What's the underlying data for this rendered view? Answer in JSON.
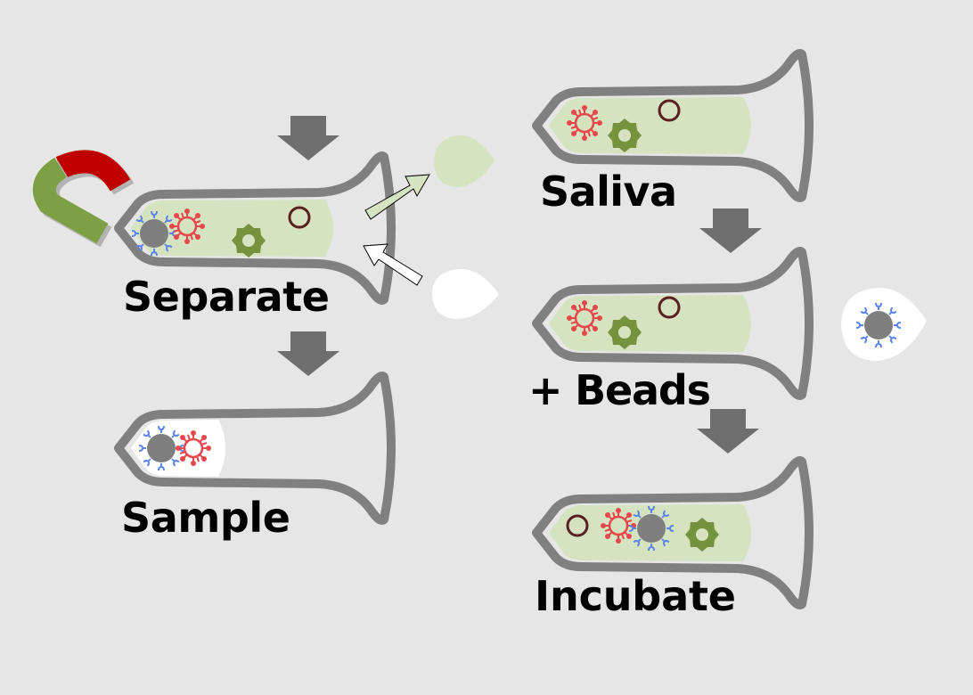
{
  "labels": {
    "separate": "Separate",
    "sample": "Sample",
    "saliva": "Saliva",
    "beads": "+ Beads",
    "incubate": "Incubate"
  },
  "colors": {
    "background": "#e6e6e6",
    "tube": "#808080",
    "saliva_liquid": "#d6e3c0",
    "arrow": "#6e6e6e",
    "virus": "#e8474c",
    "bead": "#7f7f80",
    "antibody": "#5b84ee",
    "gear": "#76923c",
    "ring": "#5a1f1f",
    "magnet_red": "#c00000",
    "magnet_green": "#7ea044"
  },
  "icons": [
    "tube-icon",
    "magnet-icon",
    "virus-icon",
    "magnetic-bead-icon",
    "cell-debris-icon",
    "ring-particle-icon",
    "drop-icon",
    "down-arrow-icon"
  ]
}
